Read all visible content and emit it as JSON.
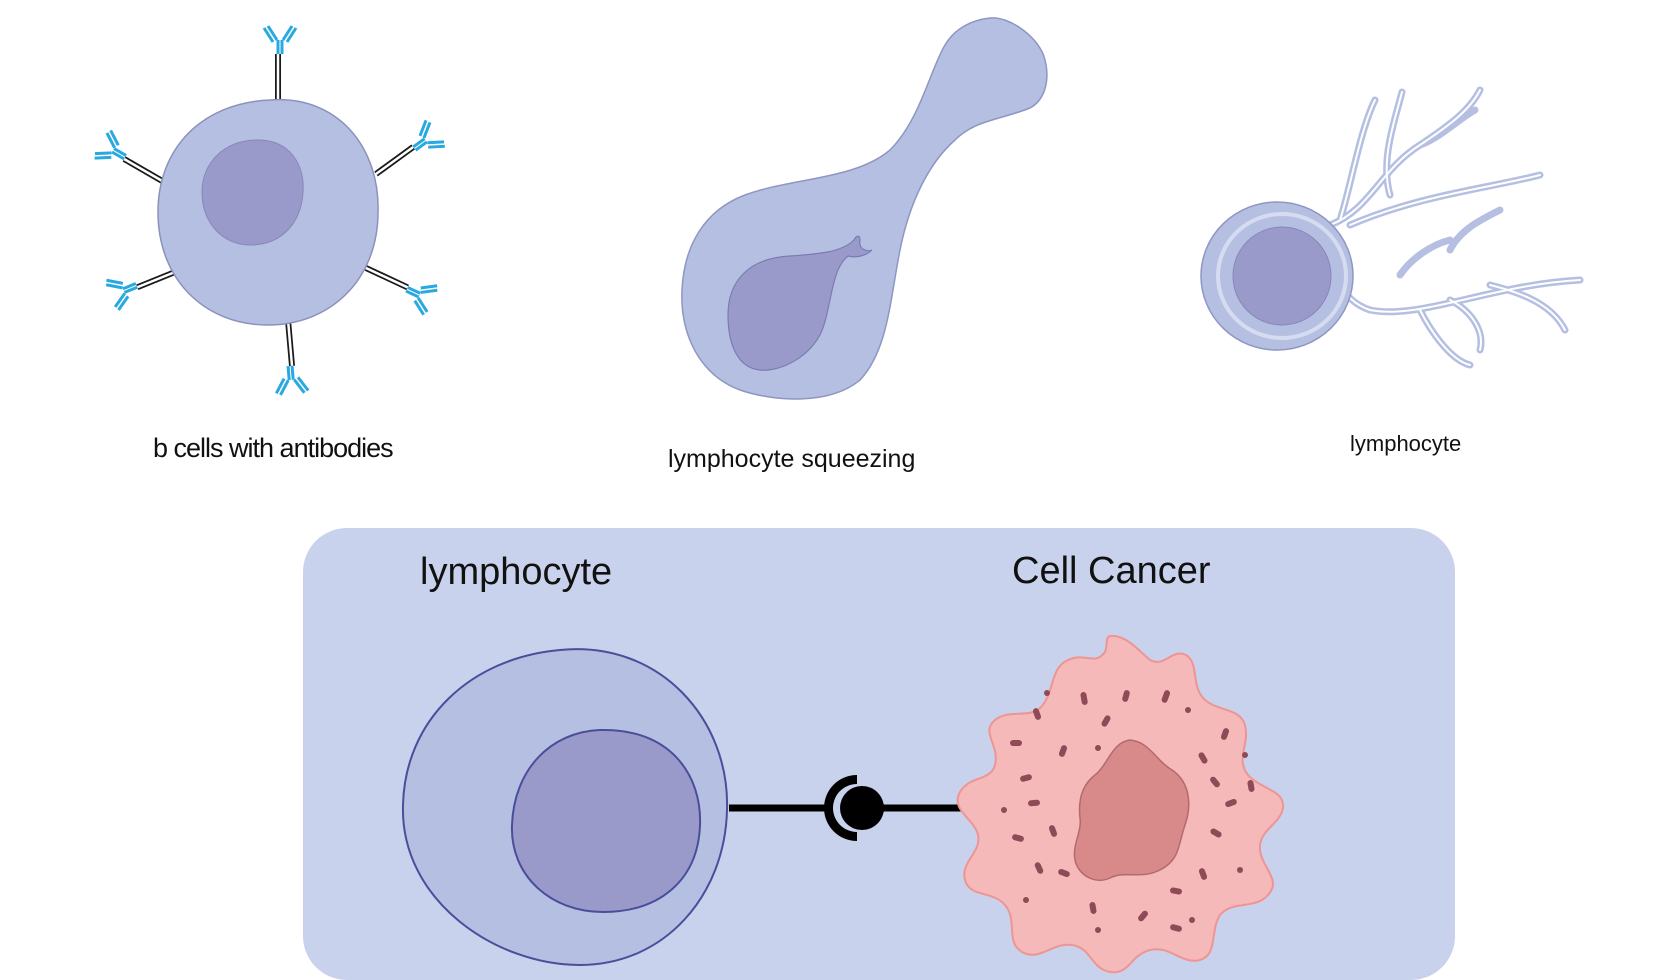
{
  "top_row": {
    "b_cell": {
      "label": "b cells with antibodies"
    },
    "squeezing": {
      "label": "lymphocyte squeezing"
    },
    "dendritic": {
      "label": "lymphocyte"
    }
  },
  "panel": {
    "left_title": "lymphocyte",
    "right_title": "Cell Cancer"
  },
  "colors": {
    "cell_body": "#b5bfe2",
    "nucleus": "#9a9aca",
    "outline": "#8e96c2",
    "antibody": "#29a9e0",
    "panel_bg": "#c9d2ec",
    "lymphocyte_outline": "#4a4e9a",
    "cancer_body": "#f4b9b8",
    "cancer_outline": "#ee9593",
    "cancer_nucleus": "#d88a8a",
    "cancer_dots": "#8e4a56",
    "connector": "#000000"
  }
}
